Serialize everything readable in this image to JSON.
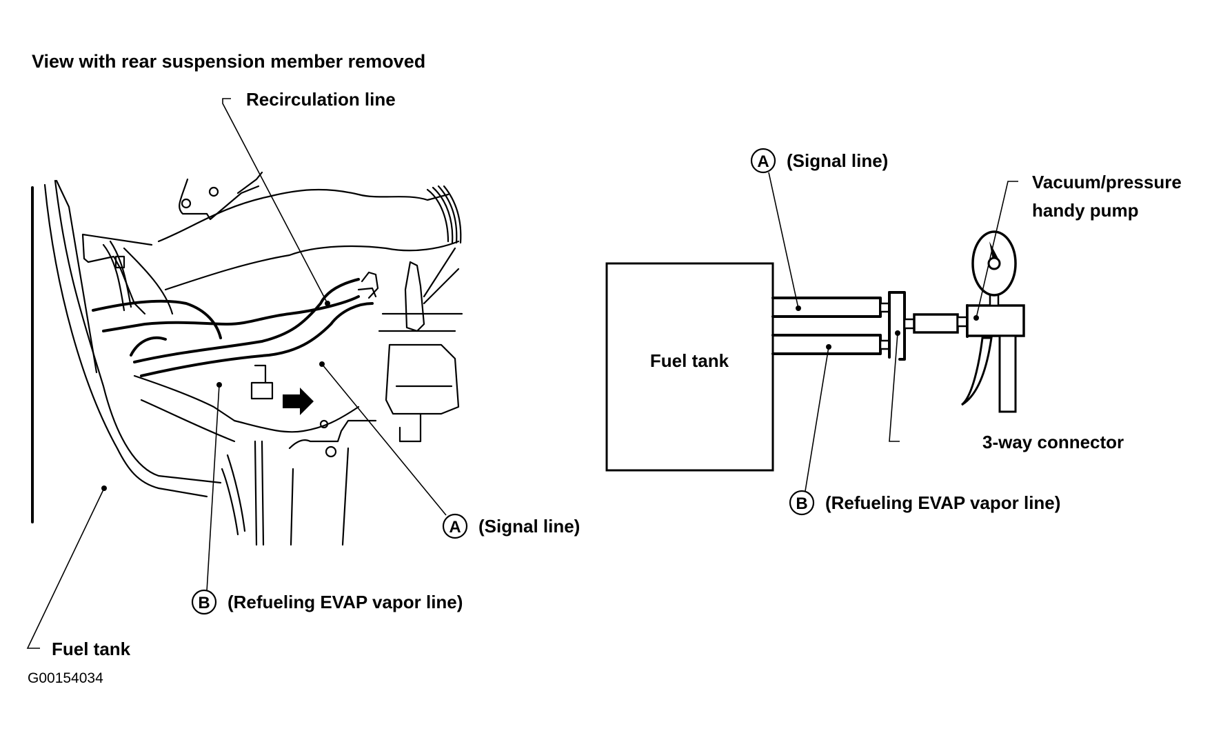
{
  "figure_code": "G00154034",
  "left_view": {
    "title": "View with rear suspension member removed",
    "labels": {
      "recirculation_line": "Recirculation line",
      "signal_line_letter": "A",
      "signal_line_text": "(Signal line)",
      "vapor_line_letter": "B",
      "vapor_line_text": "(Refueling EVAP vapor line)",
      "fuel_tank": "Fuel tank"
    }
  },
  "right_schematic": {
    "labels": {
      "fuel_tank": "Fuel tank",
      "signal_line_letter": "A",
      "signal_line_text": "(Signal line)",
      "pump_line1": "Vacuum/pressure",
      "pump_line2": "handy pump",
      "connector": "3-way connector",
      "vapor_line_letter": "B",
      "vapor_line_text": "(Refueling EVAP vapor line)"
    }
  }
}
